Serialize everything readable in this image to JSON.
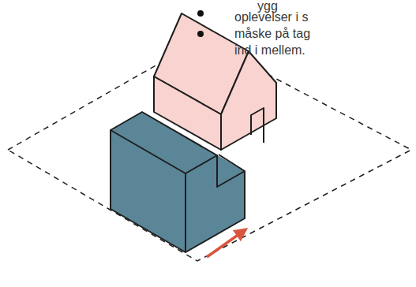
{
  "diagram": {
    "labels": [
      "ygg",
      "oplevelser i s",
      "måske på tag",
      "ind i mellem."
    ]
  }
}
